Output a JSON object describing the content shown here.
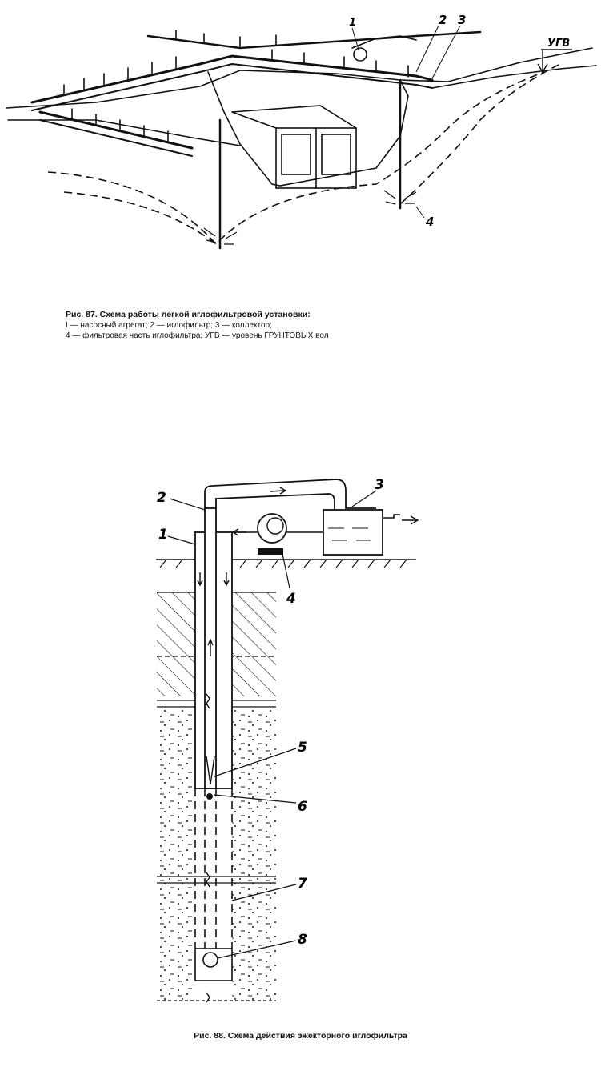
{
  "figure87": {
    "caption_title": "Рис. 87. Схема работы легкой иглофильтровой установки:",
    "caption_line1": "I — насосный агрегат; 2 — иглофильтр; 3 — коллектор;",
    "caption_line2": "4 — фильтровая часть иглофильтра; УГВ — уровень ГРУНТОВЫХ вол",
    "labels": {
      "l1": "1",
      "l2": "2",
      "l3": "3",
      "l4": "4",
      "ugv": "УГВ"
    }
  },
  "figure88": {
    "caption": "Рис. 88. Схема  действия эжекторного иглофильтра",
    "labels": {
      "l1": "1",
      "l2": "2",
      "l3": "3",
      "l4": "4",
      "l5": "5",
      "l6": "6",
      "l7": "7",
      "l8": "8"
    }
  }
}
